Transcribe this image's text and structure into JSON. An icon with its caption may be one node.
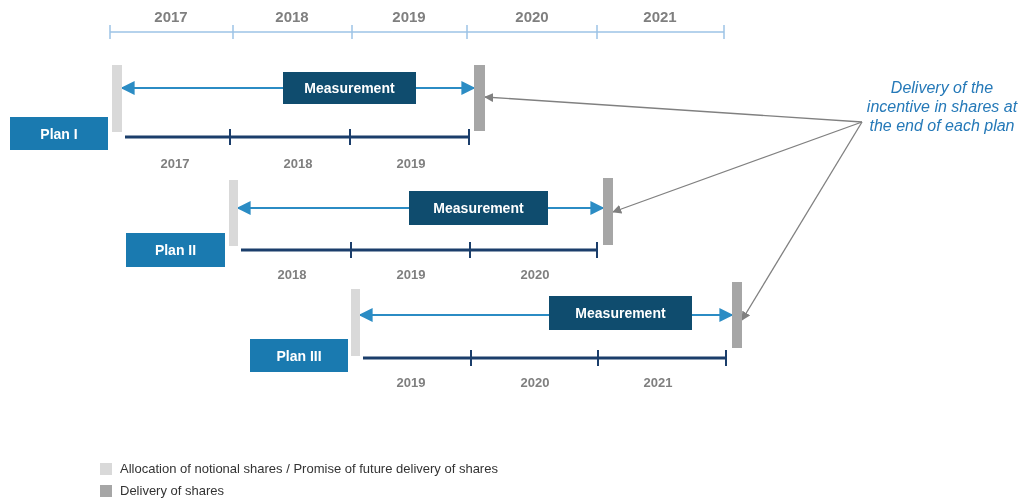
{
  "diagram": {
    "nodes": [
      {
        "text": [
          "Plan I"
        ]
      },
      {
        "text": [],
        "shape": "bar"
      },
      {
        "text": [],
        "shape": "bar"
      },
      {
        "text": [
          "Plan II"
        ]
      },
      {
        "text": [],
        "shape": "bar"
      },
      {
        "text": [],
        "shape": "bar"
      },
      {
        "text": [
          "Plan III"
        ]
      },
      {
        "text": [],
        "shape": "bar"
      },
      {
        "text": [],
        "shape": "bar"
      },
      {
        "text": [
          "Delivery of the incentive in shares at the end of each plan"
        ]
      }
    ],
    "edges": [
      {
        "from": 1,
        "to": 2,
        "arrow": "both",
        "label": "Measurement",
        "color": "#2b8cc4"
      },
      {
        "from": 4,
        "to": 5,
        "arrow": "both",
        "label": "Measurement",
        "color": "#2b8cc4"
      },
      {
        "from": 7,
        "to": 8,
        "arrow": "both",
        "label": "Measurement",
        "color": "#2b8cc4"
      },
      {
        "from": 9,
        "to": 2,
        "arrow": "to",
        "color": "#808080"
      },
      {
        "from": 9,
        "to": 5,
        "arrow": "to",
        "color": "#808080"
      },
      {
        "from": 9,
        "to": 8,
        "arrow": "to",
        "color": "#808080"
      }
    ],
    "labels": [
      "2017",
      "2018",
      "2019",
      "2020",
      "2021",
      "2017",
      "2018",
      "2019",
      "2018",
      "2019",
      "2020",
      "2019",
      "2020",
      "2021"
    ],
    "legend": [
      {
        "text": "Allocation of notional shares / Promise of future delivery of shares",
        "color": "#d9d9d9"
      },
      {
        "text": "Delivery of shares",
        "color": "#a6a6a6"
      }
    ]
  }
}
